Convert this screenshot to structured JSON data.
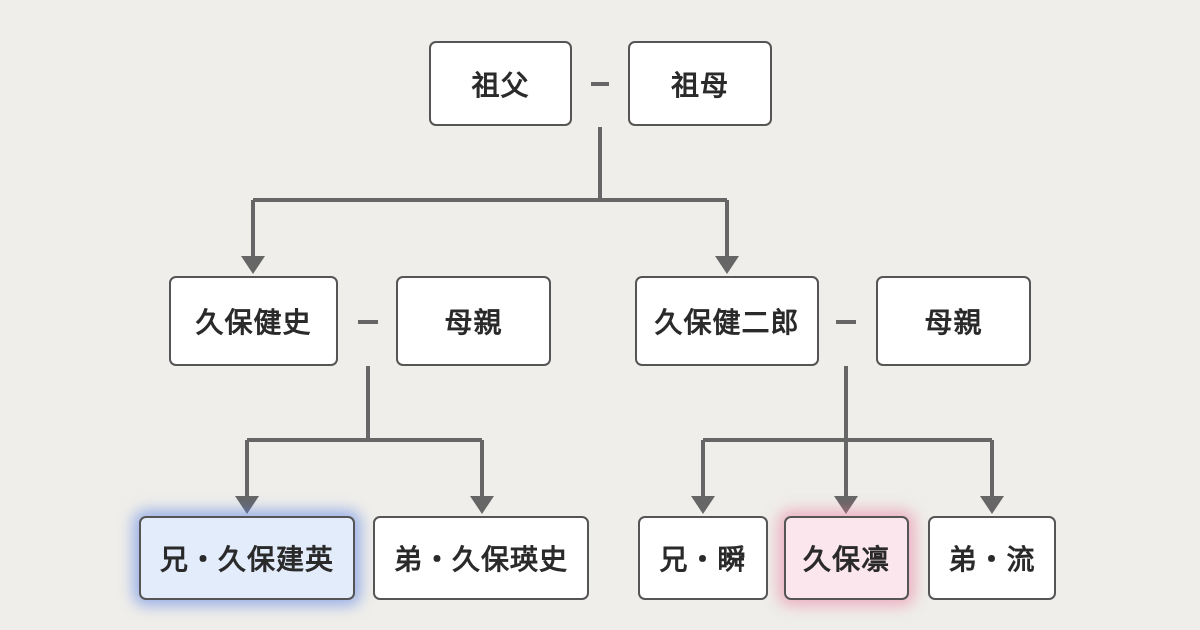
{
  "tree": {
    "grandparents": {
      "grandfather": "祖父",
      "grandmother": "祖母"
    },
    "left_family": {
      "father": "久保健史",
      "mother": "母親",
      "children": [
        "兄・久保建英",
        "弟・久保瑛史"
      ]
    },
    "right_family": {
      "father": "久保健二郎",
      "mother": "母親",
      "children": [
        "兄・瞬",
        "久保凛",
        "弟・流"
      ]
    }
  },
  "highlights": {
    "blue_fill": "#e3ecfb",
    "blue_glow": "#5a82e6",
    "pink_fill": "#fbe6ee",
    "pink_glow": "#ec78a0"
  },
  "colors": {
    "background": "#efeeea",
    "connector": "#666666",
    "node_border": "#555555",
    "text": "#2a2a2a"
  }
}
